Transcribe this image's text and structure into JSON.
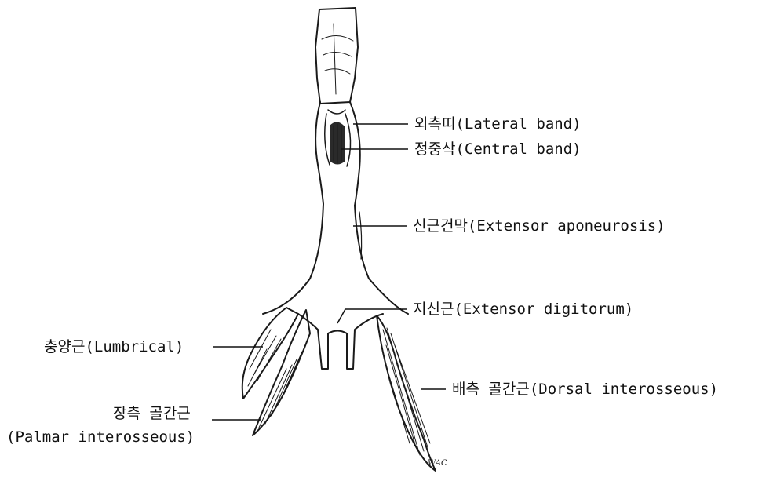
{
  "labels": {
    "lateral_band": "외측띠(Lateral band)",
    "central_band": "정중삭(Central band)",
    "extensor_aponeurosis": "신근건막(Extensor aponeurosis)",
    "extensor_digitorum": "지신근(Extensor digitorum)",
    "lumbrical": "충양근(Lumbrical)",
    "dorsal_interosseous": "배측 골간근(Dorsal interosseous)",
    "palmar_interosseous_ko": "장측 골간근",
    "palmar_interosseous_en": "(Palmar interosseous)"
  },
  "signature": "WAC"
}
